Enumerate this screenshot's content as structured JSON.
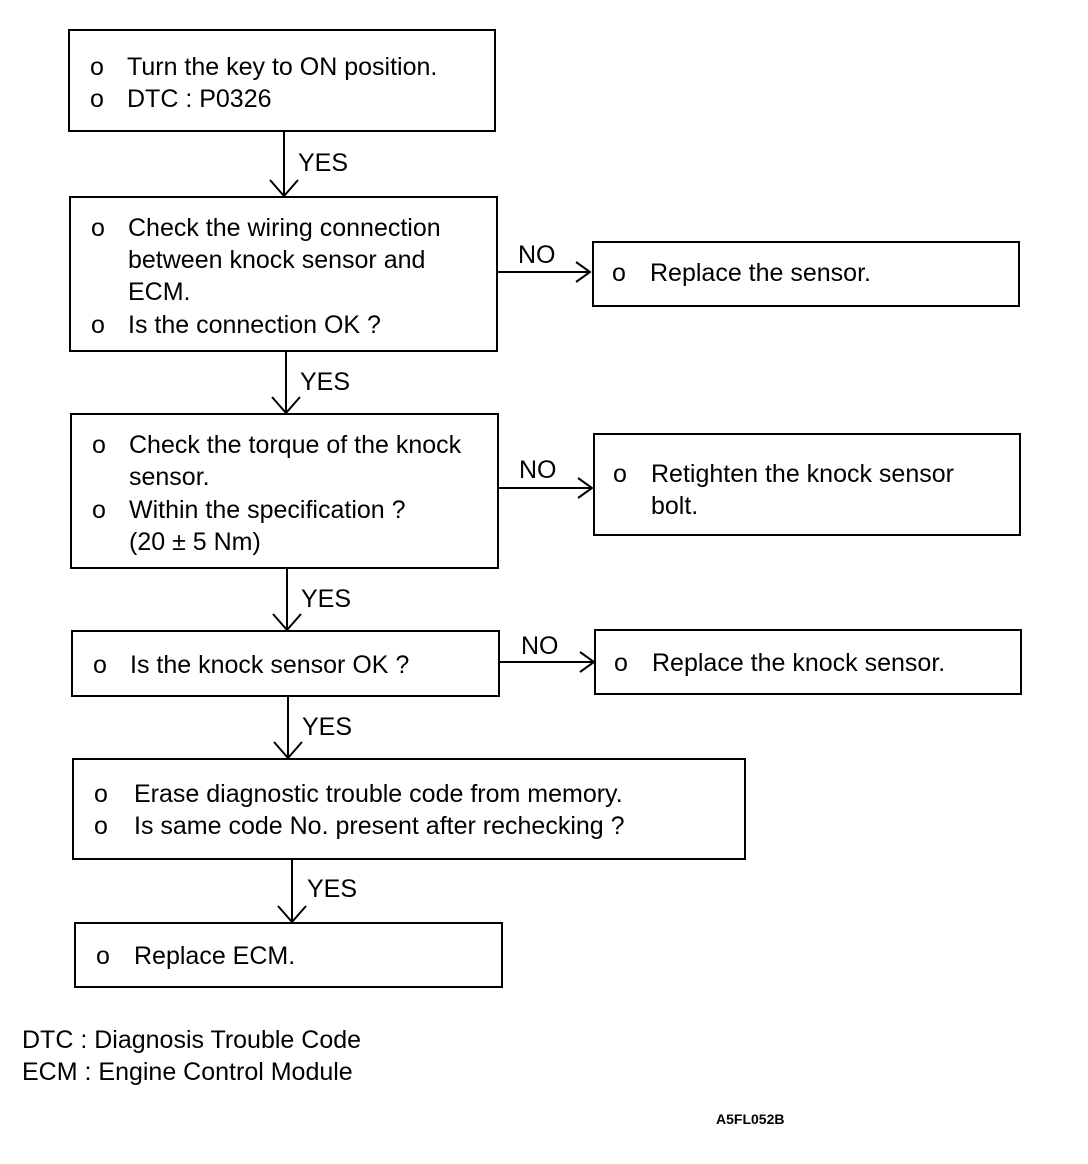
{
  "steps": [
    {
      "lines": [
        "Turn the key to ON position.",
        "DTC : P0326"
      ]
    },
    {
      "lines": [
        "Check the wiring connection",
        "between knock sensor and",
        "ECM.",
        "Is the connection OK ?"
      ]
    },
    {
      "lines": [
        "Check the torque of the knock",
        "sensor.",
        "Within the specification ?",
        "(20 ± 5 Nm)"
      ]
    },
    {
      "lines": [
        "Is the knock sensor OK ?"
      ]
    },
    {
      "lines": [
        "Erase diagnostic trouble code from memory.",
        "Is same code No. present after rechecking ?"
      ]
    },
    {
      "lines": [
        "Replace ECM."
      ]
    }
  ],
  "branches": [
    {
      "lines": [
        "Replace the sensor."
      ]
    },
    {
      "lines": [
        "Retighten the knock sensor",
        "bolt."
      ]
    },
    {
      "lines": [
        "Replace the knock sensor."
      ]
    }
  ],
  "bullet": "o",
  "labels": {
    "yes": "YES",
    "no": "NO"
  },
  "legend": [
    "DTC : Diagnosis Trouble Code",
    "ECM : Engine Control Module"
  ],
  "figure_code": "A5FL052B"
}
